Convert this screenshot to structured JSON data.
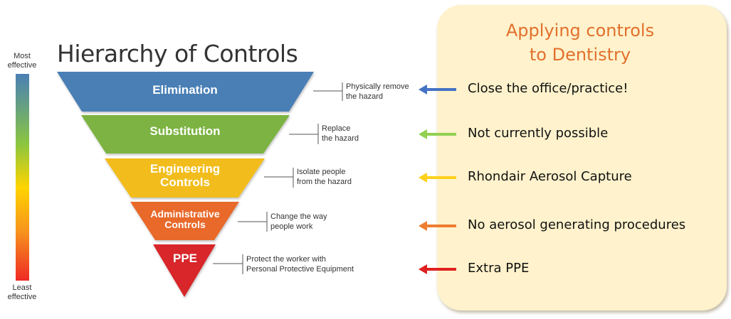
{
  "scale": {
    "top_label": [
      "Most",
      "effective"
    ],
    "bottom_label": [
      "Least",
      "effective"
    ]
  },
  "title": "Hierarchy of Controls",
  "levels": [
    {
      "label": [
        "Elimination"
      ],
      "description": [
        "Physically remove",
        "the hazard"
      ],
      "color": "#4a7fb5"
    },
    {
      "label": [
        "Substitution"
      ],
      "description": [
        "Replace",
        "the hazard"
      ],
      "color": "#7cb342"
    },
    {
      "label": [
        "Engineering",
        "Controls"
      ],
      "description": [
        "Isolate people",
        "from the hazard"
      ],
      "color": "#f2bd1d"
    },
    {
      "label": [
        "Administrative",
        "Controls"
      ],
      "description": [
        "Change the way",
        "people work"
      ],
      "color": "#e8692a"
    },
    {
      "label": [
        "PPE"
      ],
      "description": [
        "Protect the worker with",
        "Personal Protective Equipment"
      ],
      "color": "#d8282a"
    }
  ],
  "panel": {
    "title": [
      "Applying controls",
      "to Dentistry"
    ],
    "title_color": "#e2702d",
    "background": "#fff2cc",
    "items": [
      {
        "text": "Close the office/practice!",
        "arrow_color": "#4472c4"
      },
      {
        "text": "Not currently possible",
        "arrow_color": "#92d050"
      },
      {
        "text": "Rhondair Aerosol Capture",
        "arrow_color": "#ffd11a"
      },
      {
        "text": "No aerosol generating procedures",
        "arrow_color": "#ed7d31"
      },
      {
        "text": "Extra PPE",
        "arrow_color": "#e02020"
      }
    ]
  }
}
